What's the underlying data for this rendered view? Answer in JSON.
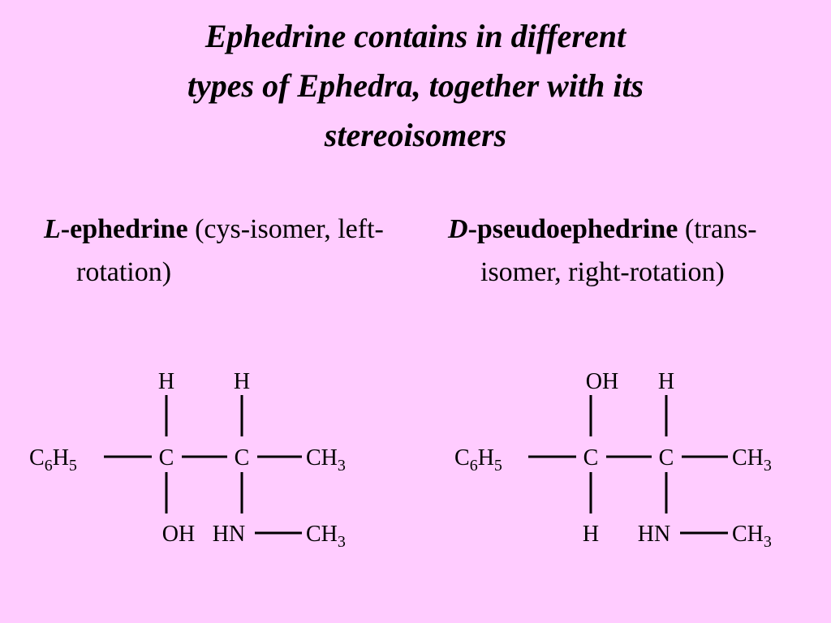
{
  "title": {
    "line1": "Ephedrine contains in different",
    "line2": "types of Ephedra, together with its",
    "line3": "stereoisomers"
  },
  "left": {
    "prefix": "L",
    "name": "-ephedrine",
    "desc": " (cys-isomer, left-rotation)",
    "structure": {
      "top1": "H",
      "top2": "H",
      "chain_left_main": "C",
      "chain_left_sub": "6",
      "chain_left_main2": "H",
      "chain_left_sub2": "5",
      "c1": "C",
      "c2": "C",
      "right_main": "CH",
      "right_sub": "3",
      "bottom1": "OH",
      "bottom2": "HN",
      "bottom_right_main": "CH",
      "bottom_right_sub": "3"
    }
  },
  "right": {
    "prefix": "D",
    "name": "-pseudoephedrine",
    "desc": " (trans-isomer, right-rotation)",
    "structure": {
      "top1": "OH",
      "top2": "H",
      "chain_left_main": "C",
      "chain_left_sub": "6",
      "chain_left_main2": "H",
      "chain_left_sub2": "5",
      "c1": "C",
      "c2": "C",
      "right_main": "CH",
      "right_sub": "3",
      "bottom1": "H",
      "bottom2": "HN",
      "bottom_right_main": "CH",
      "bottom_right_sub": "3"
    }
  }
}
